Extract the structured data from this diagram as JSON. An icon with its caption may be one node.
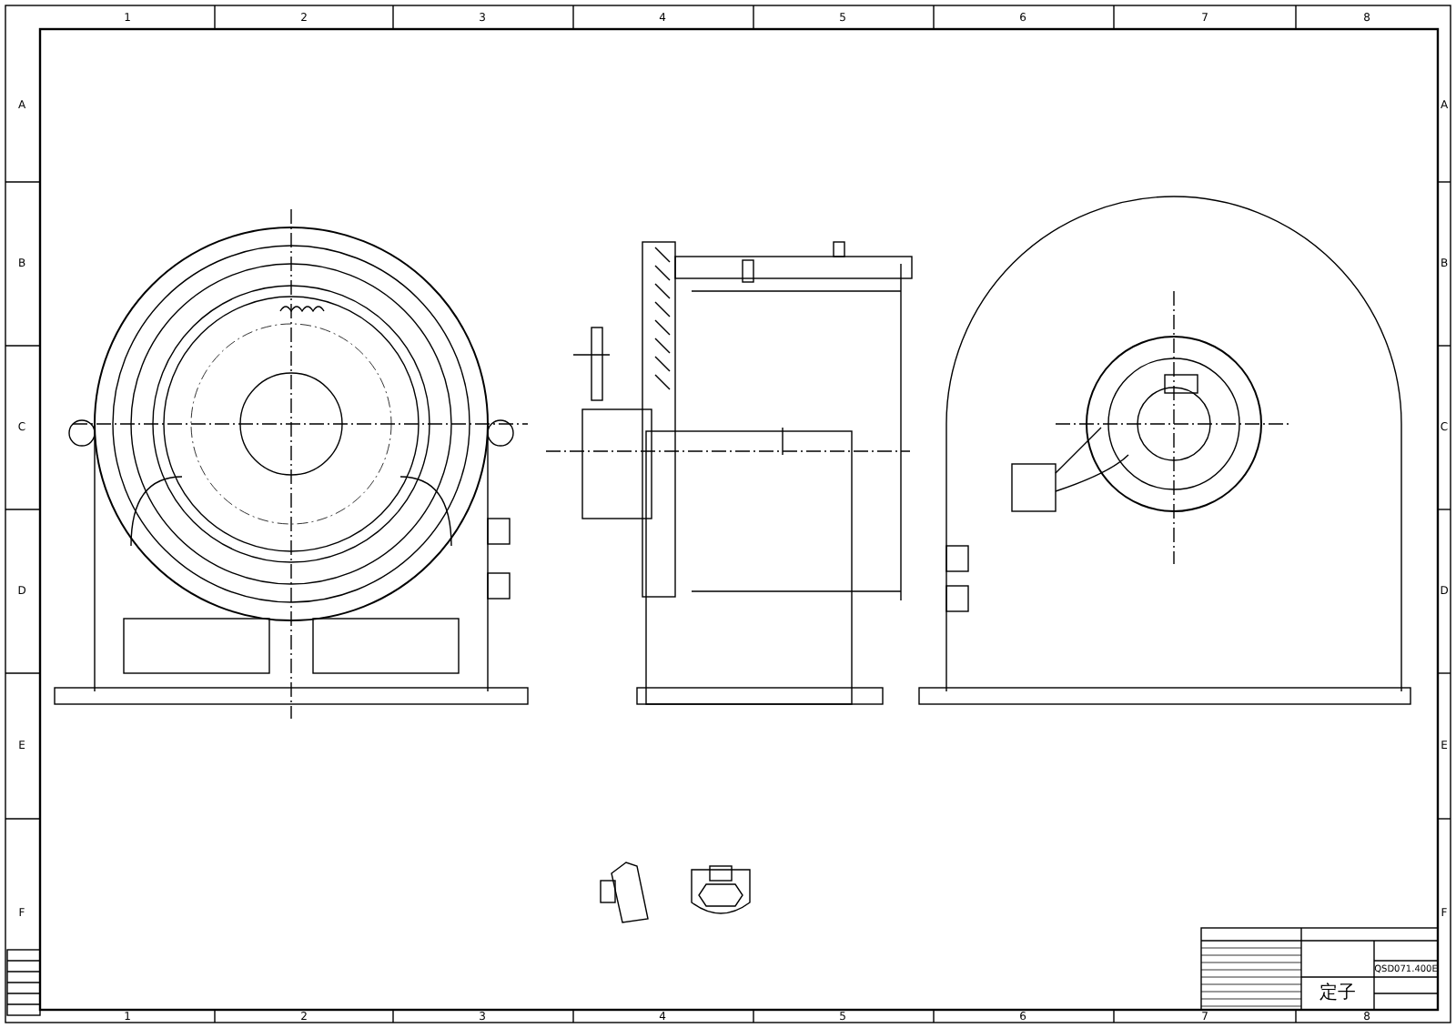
{
  "diagram": {
    "labels": [
      "1",
      "2",
      "3",
      "4",
      "5",
      "6",
      "7",
      "8",
      "A",
      "A",
      "B",
      "B",
      "C",
      "C",
      "D",
      "D",
      "E",
      "E",
      "F",
      "F",
      "定子",
      "QSD071.400E",
      "1",
      "2",
      "3",
      "4",
      "5",
      "6",
      "7",
      "8"
    ]
  }
}
